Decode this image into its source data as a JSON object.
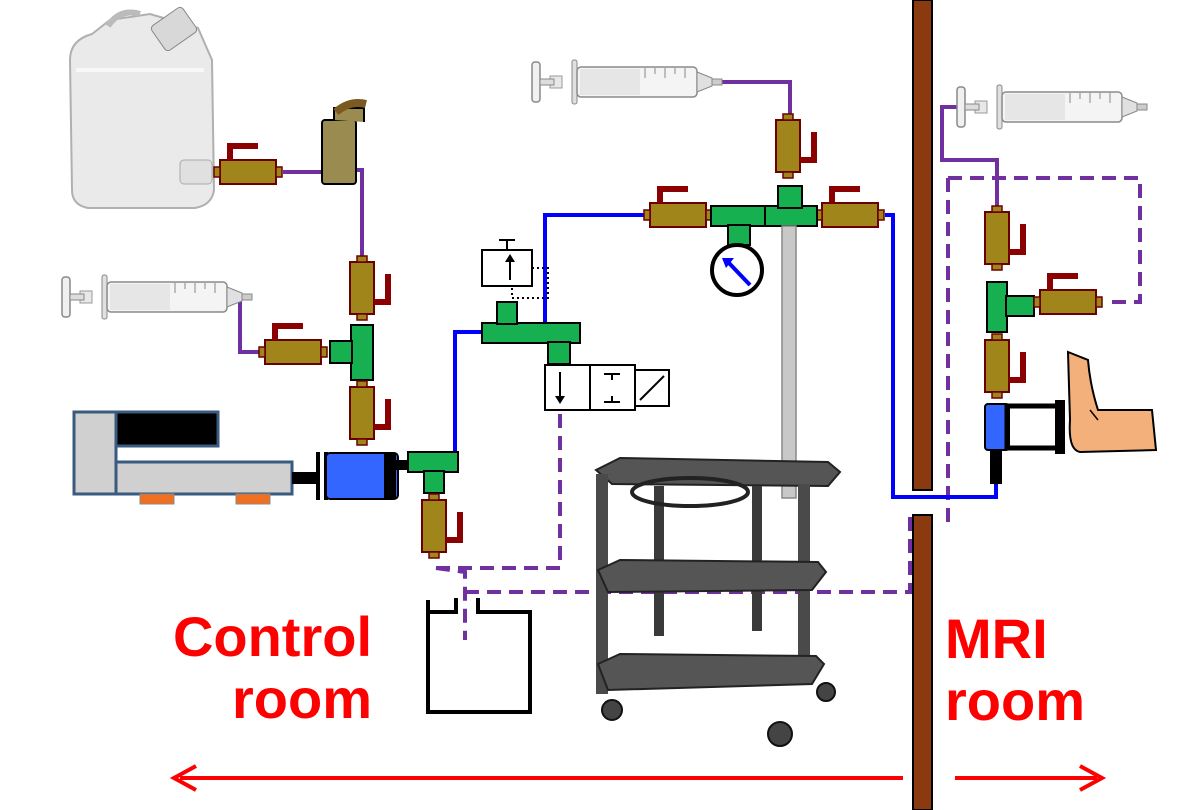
{
  "labels": {
    "control_room_line1": "Control",
    "control_room_line2": "room",
    "mri_room_line1": "MRI",
    "mri_room_line2": "room"
  },
  "colors": {
    "label_red": "#ff0000",
    "wall_brown": "#8b3a10",
    "valve_olive": "#a0861a",
    "valve_handle": "#8b0000",
    "tee_green": "#17b050",
    "tube_blue": "#0000ff",
    "tube_purple": "#7030a0",
    "piston_blue": "#3366ff",
    "hand_skin": "#f4b07a",
    "pump_grey": "#d0d0d0",
    "pump_border": "#3a5a80",
    "pump_feet": "#f07020"
  },
  "icons": [
    "water-jug-icon",
    "syringe-icon",
    "stopcock-valve-icon",
    "tee-connector-icon",
    "filter-elbow-icon",
    "syringe-pump-icon",
    "pressure-gauge-icon",
    "check-valve-icon",
    "solenoid-valve-icon",
    "drain-container-icon",
    "cart-icon",
    "iv-pole-icon",
    "hand-icon",
    "wall-icon"
  ]
}
